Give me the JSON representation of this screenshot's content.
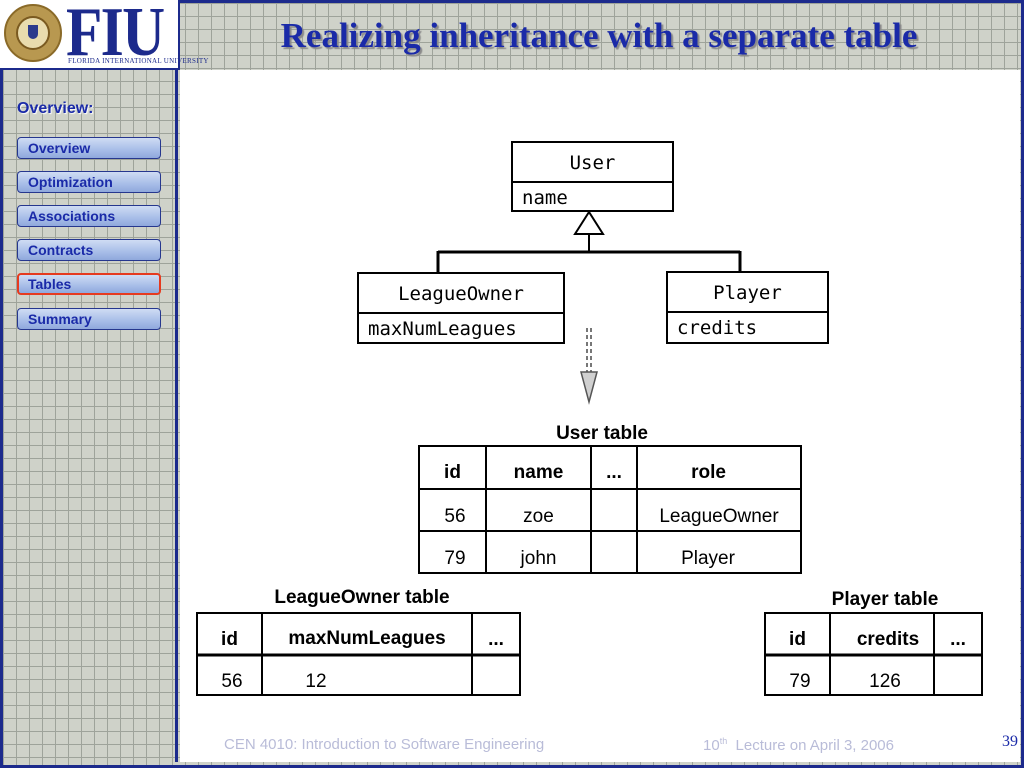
{
  "header": {
    "logo_text": "FIU",
    "logo_subtext": "FLORIDA INTERNATIONAL UNIVERSITY",
    "title": "Realizing inheritance with a separate table"
  },
  "sidebar": {
    "heading": "Overview:",
    "items": [
      {
        "label": "Overview",
        "active": false
      },
      {
        "label": "Optimization",
        "active": false
      },
      {
        "label": "Associations",
        "active": false
      },
      {
        "label": "Contracts",
        "active": false
      },
      {
        "label": "Tables",
        "active": true
      },
      {
        "label": "Summary",
        "active": false
      }
    ]
  },
  "diagram": {
    "classes": {
      "user": {
        "name": "User",
        "attribute": "name"
      },
      "league_owner": {
        "name": "LeagueOwner",
        "attribute": "maxNumLeagues"
      },
      "player": {
        "name": "Player",
        "attribute": "credits"
      }
    }
  },
  "tables": {
    "user": {
      "title": "User table",
      "headers": [
        "id",
        "name",
        "...",
        "role"
      ],
      "rows": [
        [
          "56",
          "zoe",
          "",
          "LeagueOwner"
        ],
        [
          "79",
          "john",
          "",
          "Player"
        ]
      ]
    },
    "league_owner": {
      "title": "LeagueOwner table",
      "headers": [
        "id",
        "maxNumLeagues",
        "..."
      ],
      "rows": [
        [
          "56",
          "12",
          ""
        ]
      ]
    },
    "player": {
      "title": "Player table",
      "headers": [
        "id",
        "credits",
        "..."
      ],
      "rows": [
        [
          "79",
          "126",
          ""
        ]
      ]
    }
  },
  "footer": {
    "course": "CEN 4010: Introduction to Software Engineering",
    "lecture_prefix": "10",
    "lecture_sup": "th",
    "lecture_suffix": "Lecture on April 3, 2006",
    "page_number": "39"
  },
  "colors": {
    "frame": "#1c2a8c",
    "title": "#1a2aa8",
    "active_border": "#e63a1e"
  }
}
